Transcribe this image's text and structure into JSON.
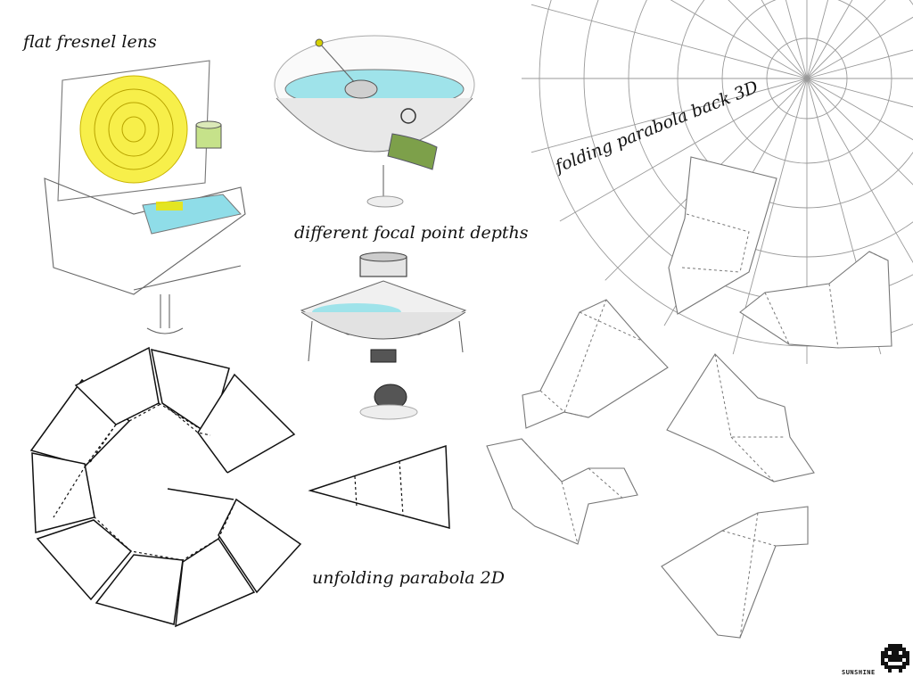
{
  "labels": {
    "fresnel": "flat fresnel lens",
    "focal": "different focal point depths",
    "unfolding": "unfolding parabola 2D",
    "folding": "folding parabola back 3D"
  },
  "logo": {
    "text": "SUNSHINE",
    "icon": "pixel-face-icon"
  },
  "colors": {
    "lens_yellow": "#f2e600",
    "water_cyan": "#6fd0dc",
    "pot_green": "#7da04a"
  }
}
